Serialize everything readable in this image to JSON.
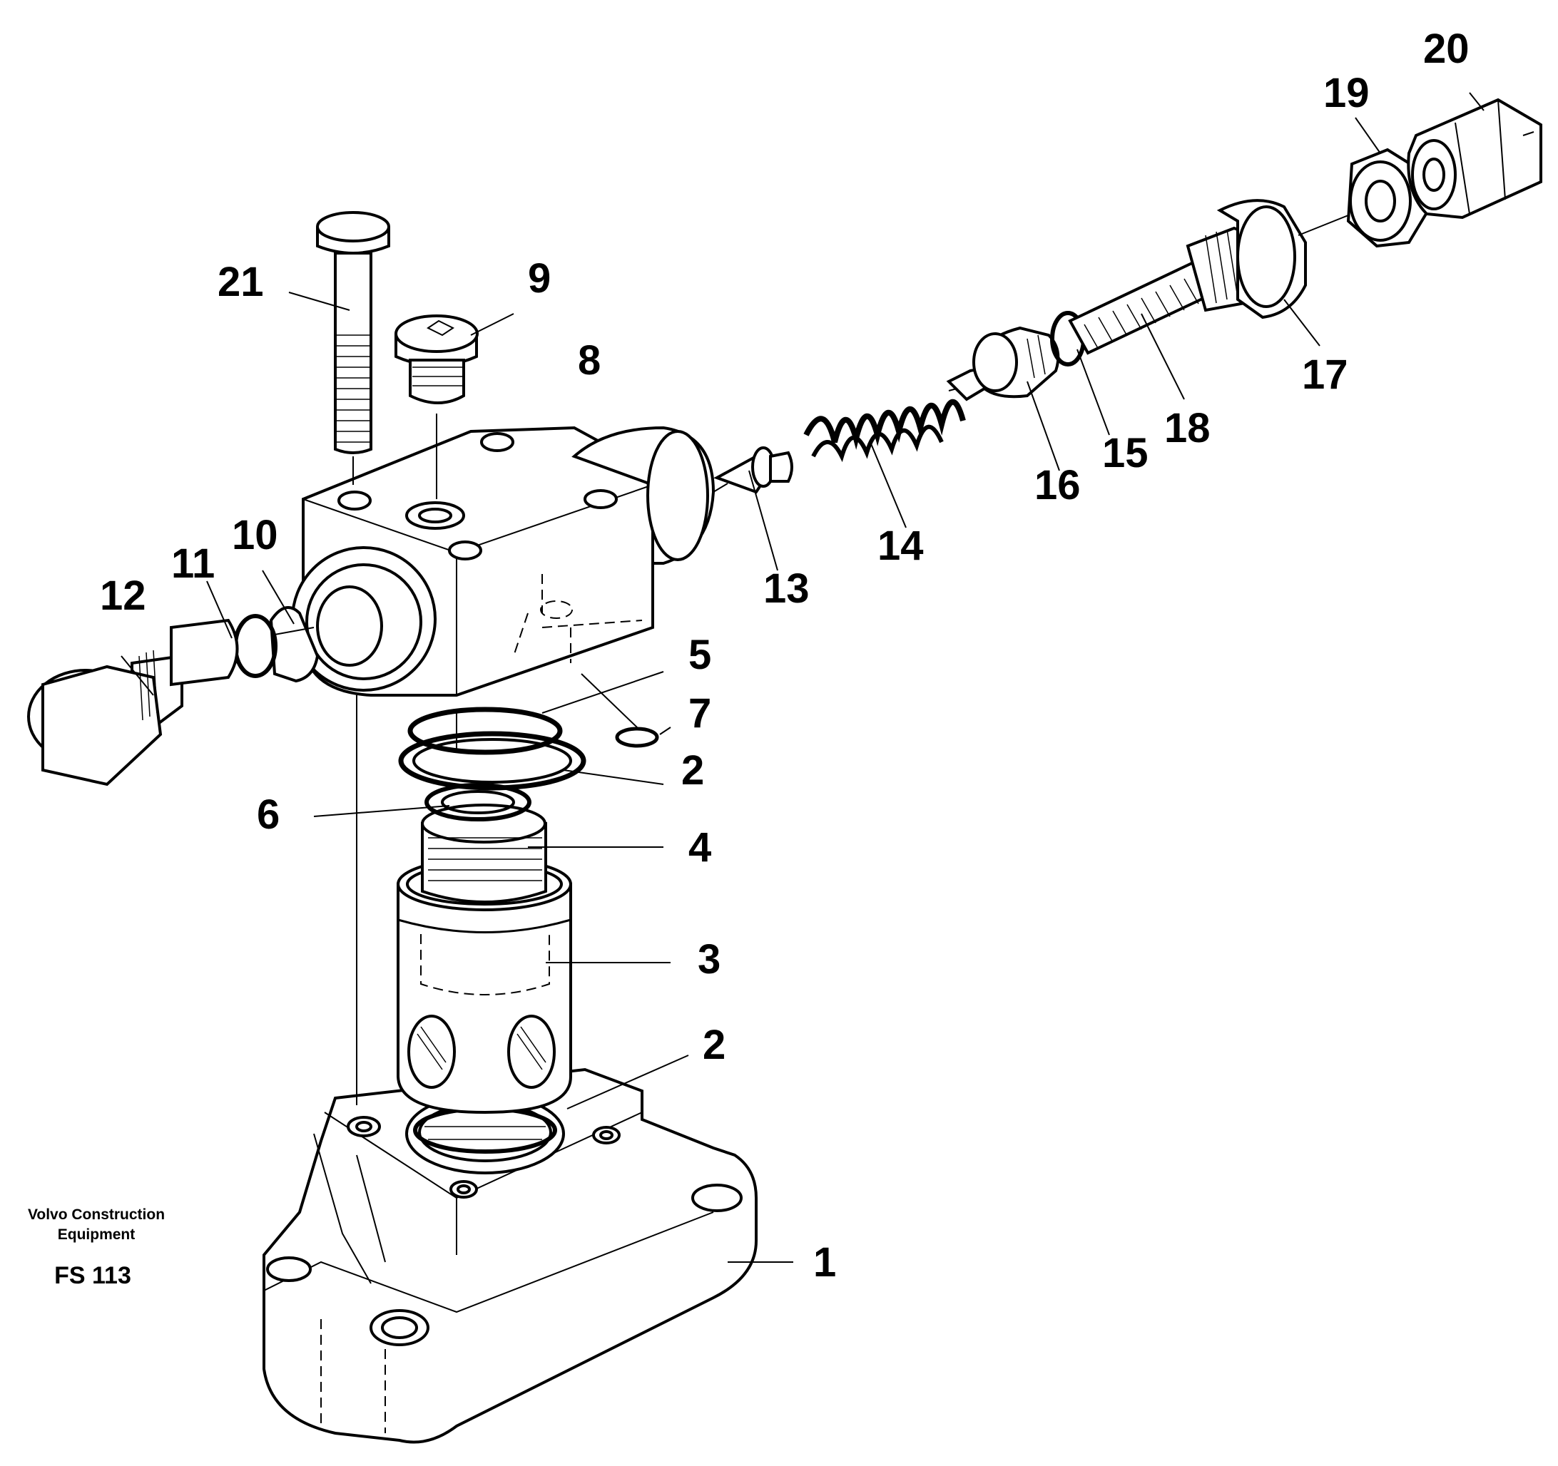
{
  "figure": {
    "brand_line1": "Volvo Construction",
    "brand_line2": "Equipment",
    "code": "FS 113"
  },
  "callouts": [
    {
      "id": "1",
      "text": "1"
    },
    {
      "id": "2a",
      "text": "2"
    },
    {
      "id": "2b",
      "text": "2"
    },
    {
      "id": "3",
      "text": "3"
    },
    {
      "id": "4",
      "text": "4"
    },
    {
      "id": "5",
      "text": "5"
    },
    {
      "id": "6",
      "text": "6"
    },
    {
      "id": "7",
      "text": "7"
    },
    {
      "id": "8",
      "text": "8"
    },
    {
      "id": "9",
      "text": "9"
    },
    {
      "id": "10",
      "text": "10"
    },
    {
      "id": "11",
      "text": "11"
    },
    {
      "id": "12",
      "text": "12"
    },
    {
      "id": "13",
      "text": "13"
    },
    {
      "id": "14",
      "text": "14"
    },
    {
      "id": "15",
      "text": "15"
    },
    {
      "id": "16",
      "text": "16"
    },
    {
      "id": "17",
      "text": "17"
    },
    {
      "id": "18",
      "text": "18"
    },
    {
      "id": "19",
      "text": "19"
    },
    {
      "id": "20",
      "text": "20"
    },
    {
      "id": "21",
      "text": "21"
    }
  ]
}
